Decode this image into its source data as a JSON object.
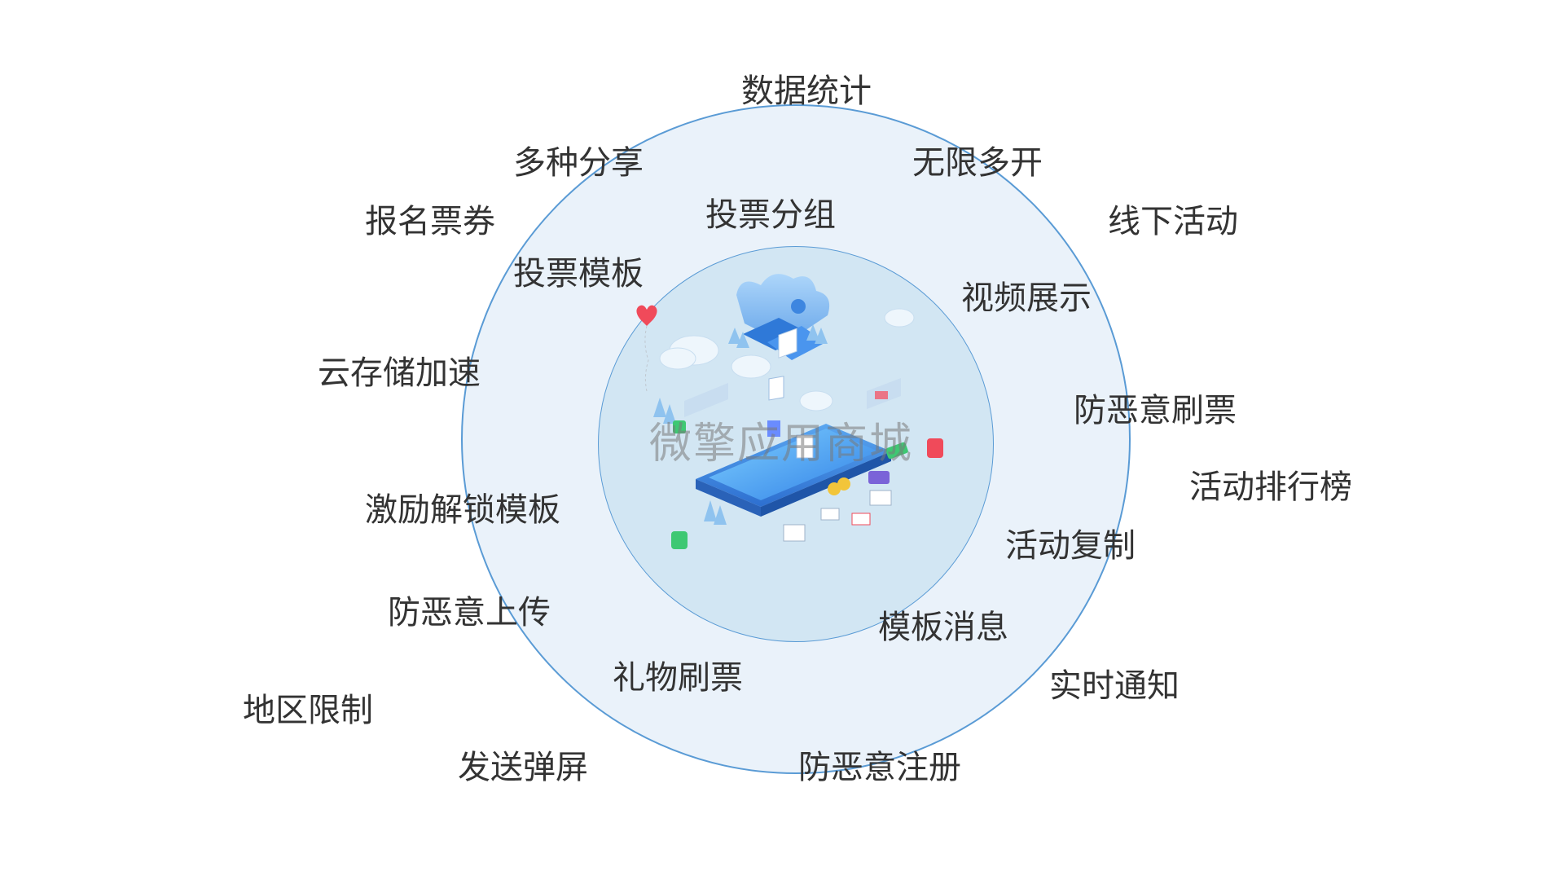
{
  "watermark": "微擎应用商城",
  "features": {
    "data_stats": "数据统计",
    "multi_share": "多种分享",
    "unlimited_open": "无限多开",
    "signup_ticket": "报名票券",
    "vote_group": "投票分组",
    "offline_event": "线下活动",
    "vote_template": "投票模板",
    "video_display": "视频展示",
    "cloud_storage": "云存储加速",
    "anti_fraud_vote": "防恶意刷票",
    "event_ranking": "活动排行榜",
    "incentive_unlock": "激励解锁模板",
    "event_copy": "活动复制",
    "anti_malicious_upload": "防恶意上传",
    "template_message": "模板消息",
    "gift_vote": "礼物刷票",
    "realtime_notice": "实时通知",
    "region_limit": "地区限制",
    "danmaku": "发送弹屏",
    "anti_malicious_register": "防恶意注册"
  },
  "colors": {
    "outer_fill": "#eaf2fa",
    "inner_fill": "#d2e6f3",
    "ring_stroke": "#5a9bd5",
    "label_text": "#333333"
  }
}
